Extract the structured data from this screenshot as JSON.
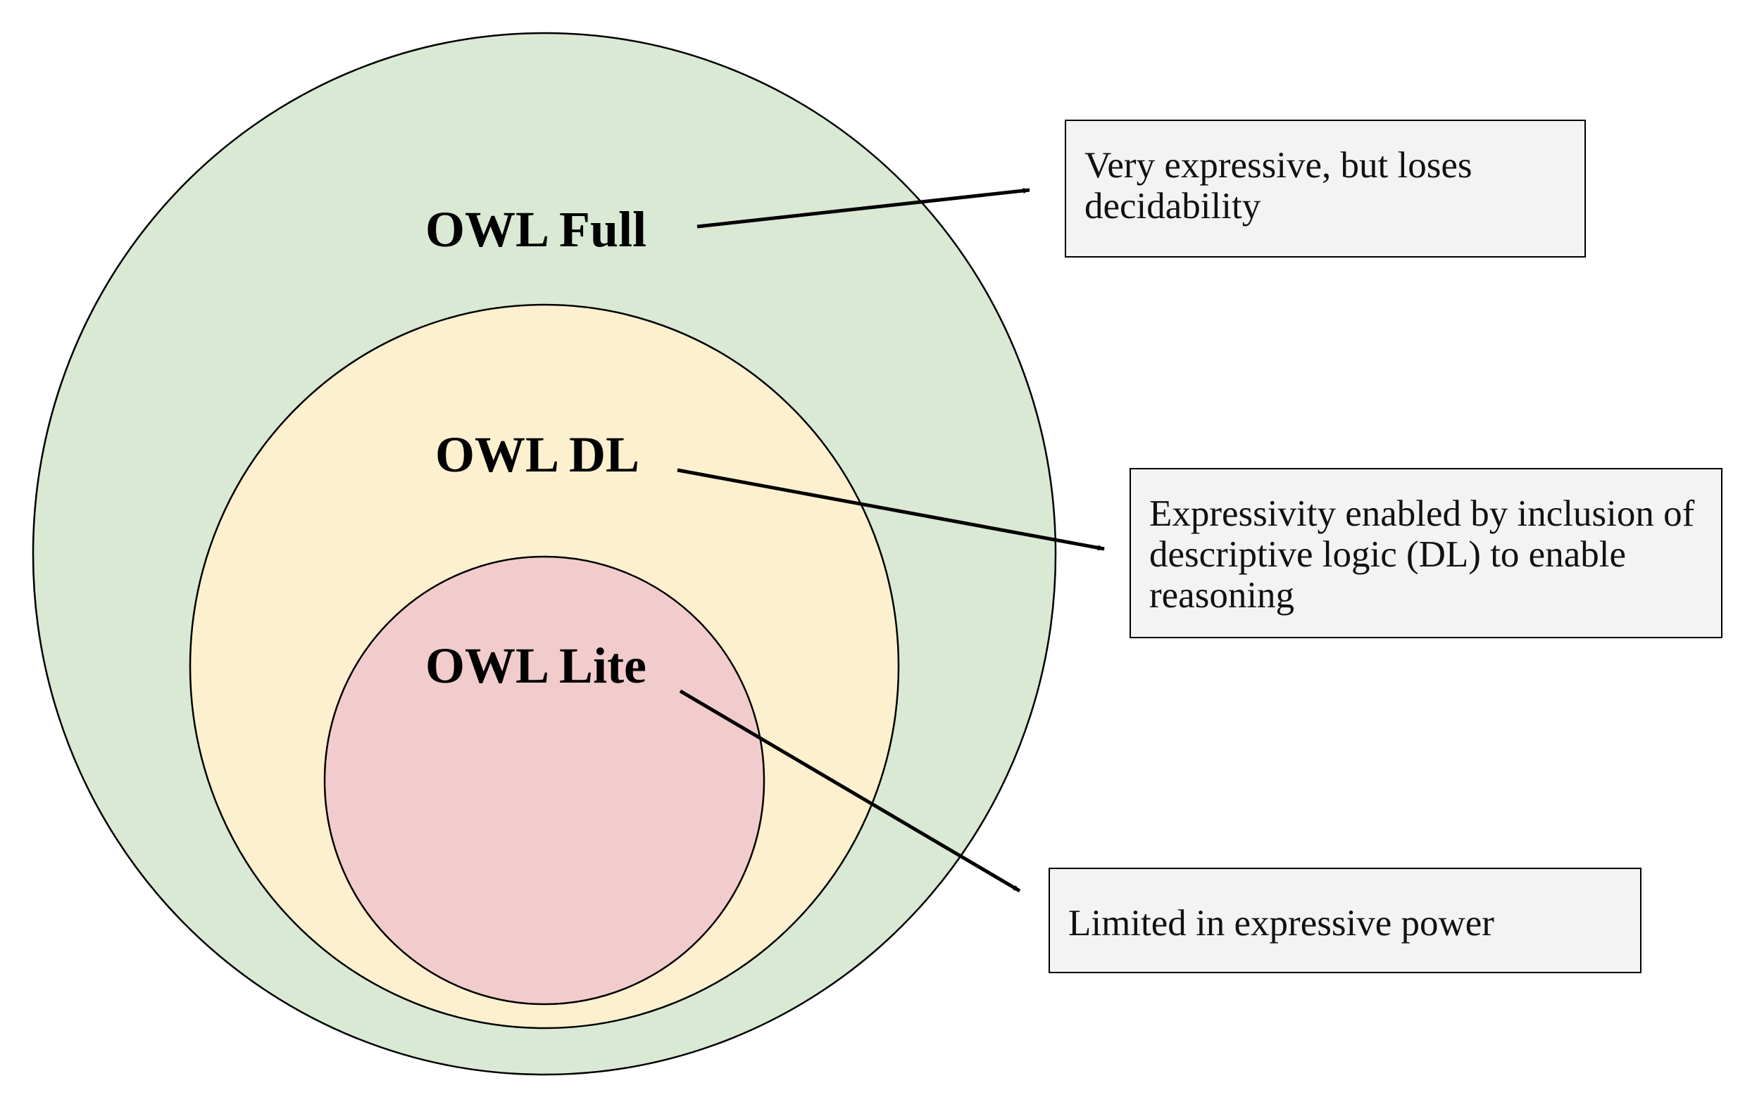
{
  "colors": {
    "owl_full_fill": "#d9e9d4",
    "owl_dl_fill": "#fdf0cf",
    "owl_lite_fill": "#f2cccc",
    "note_fill": "#f3f3f3",
    "stroke": "#000000"
  },
  "layers": {
    "full": {
      "label": "OWL Full"
    },
    "dl": {
      "label": "OWL DL"
    },
    "lite": {
      "label": "OWL Lite"
    }
  },
  "notes": {
    "full": {
      "text": "Very expressive, but loses decidability"
    },
    "dl": {
      "text": "Expressivity enabled by inclusion of descriptive logic (DL) to enable reasoning"
    },
    "lite": {
      "text": "Limited in expressive power"
    }
  }
}
